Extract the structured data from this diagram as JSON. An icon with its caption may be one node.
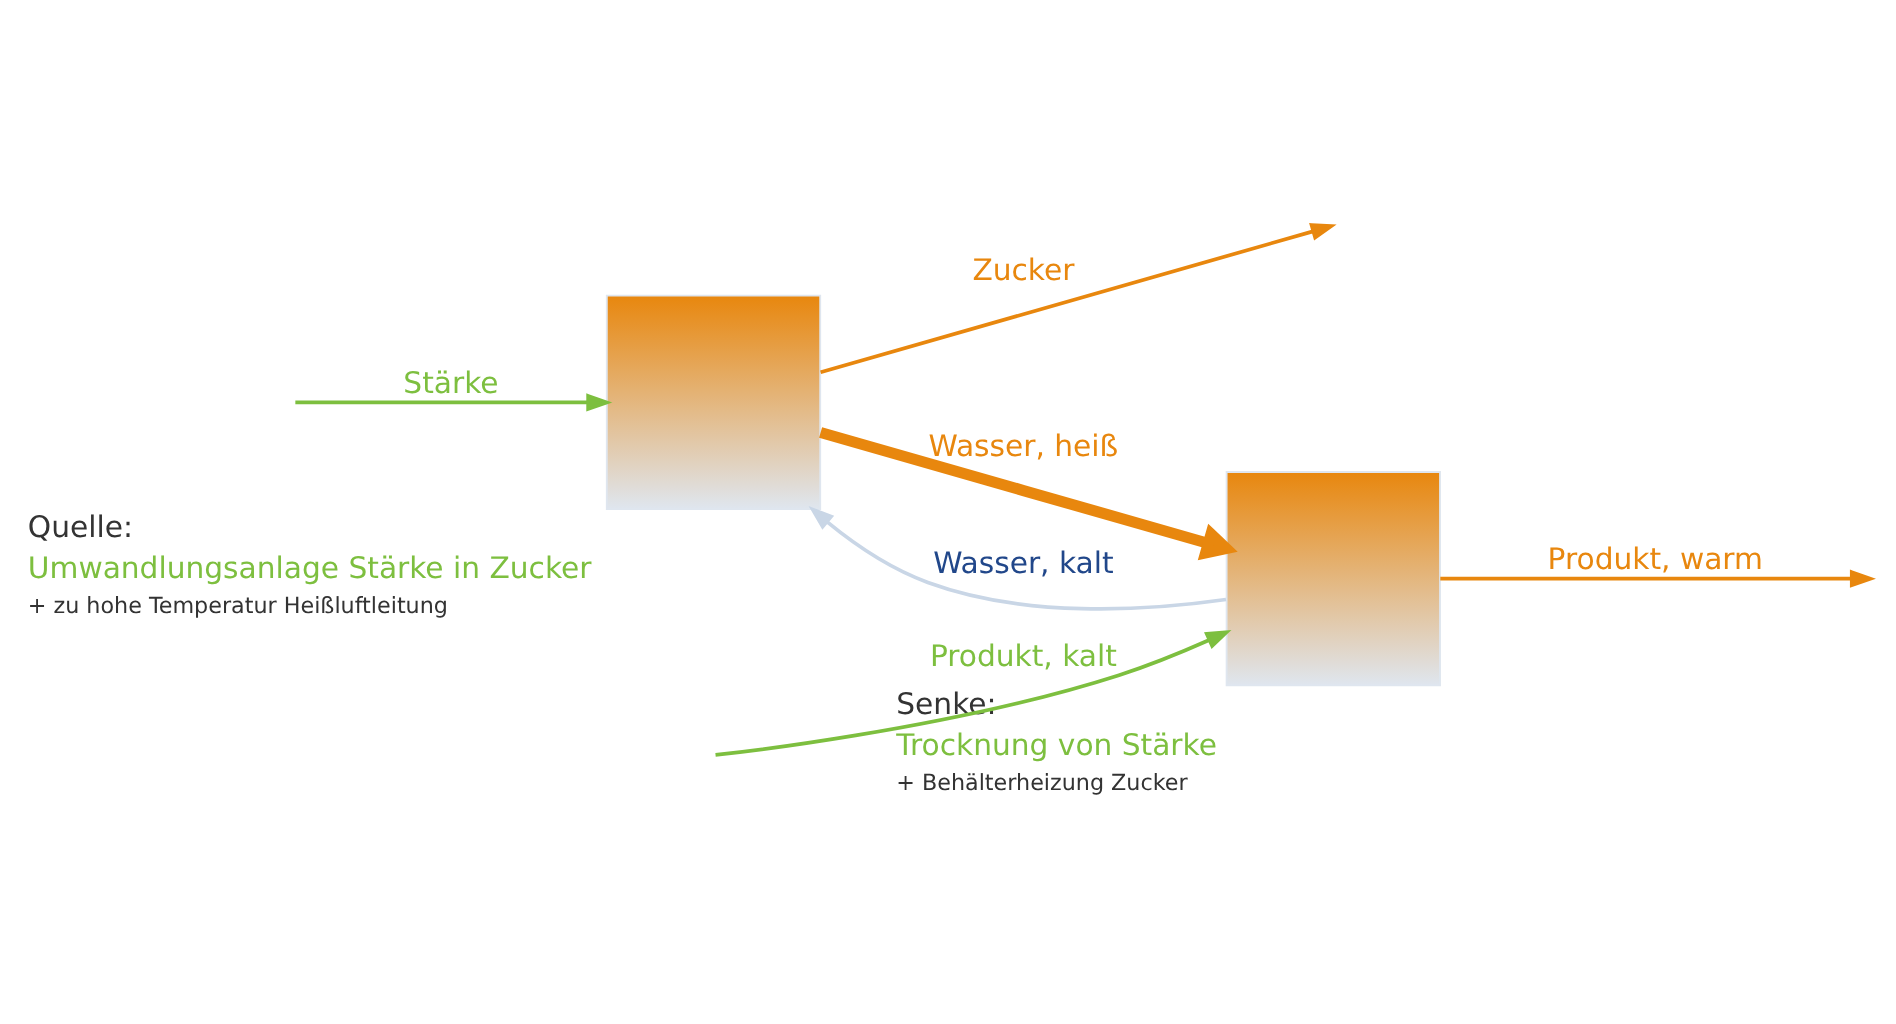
{
  "diagram": {
    "nodes": [
      {
        "text": [],
        "shape": "box",
        "beside": [
          "Quelle:",
          "Umwandlungsanlage Stärke in Zucker",
          "+ zu hohe Temperatur Heißluftleitung"
        ]
      },
      {
        "text": [],
        "shape": "box",
        "beside": [
          "Senke:",
          "Trocknung von Stärke",
          "+ Behälterheizung Zucker"
        ]
      }
    ],
    "edges": [
      {
        "from": 0,
        "to": null,
        "arrow": "to",
        "label": "Zucker",
        "color": "#e8870e"
      },
      {
        "from": 0,
        "to": 1,
        "arrow": "to",
        "label": "Wasser, heiß",
        "style": "thick",
        "color": "#e8870e"
      },
      {
        "from": 1,
        "to": 0,
        "arrow": "to",
        "label": "Wasser, kalt",
        "color": "#c9d6e6"
      },
      {
        "from": null,
        "to": 0,
        "arrow": "to",
        "label": "Stärke",
        "color": "#7dbf3f"
      },
      {
        "from": null,
        "to": 1,
        "arrow": "to",
        "label": "Produkt, kalt",
        "color": "#7dbf3f"
      },
      {
        "from": 1,
        "to": null,
        "arrow": "to",
        "label": "Produkt, warm",
        "color": "#e8870e"
      }
    ]
  }
}
